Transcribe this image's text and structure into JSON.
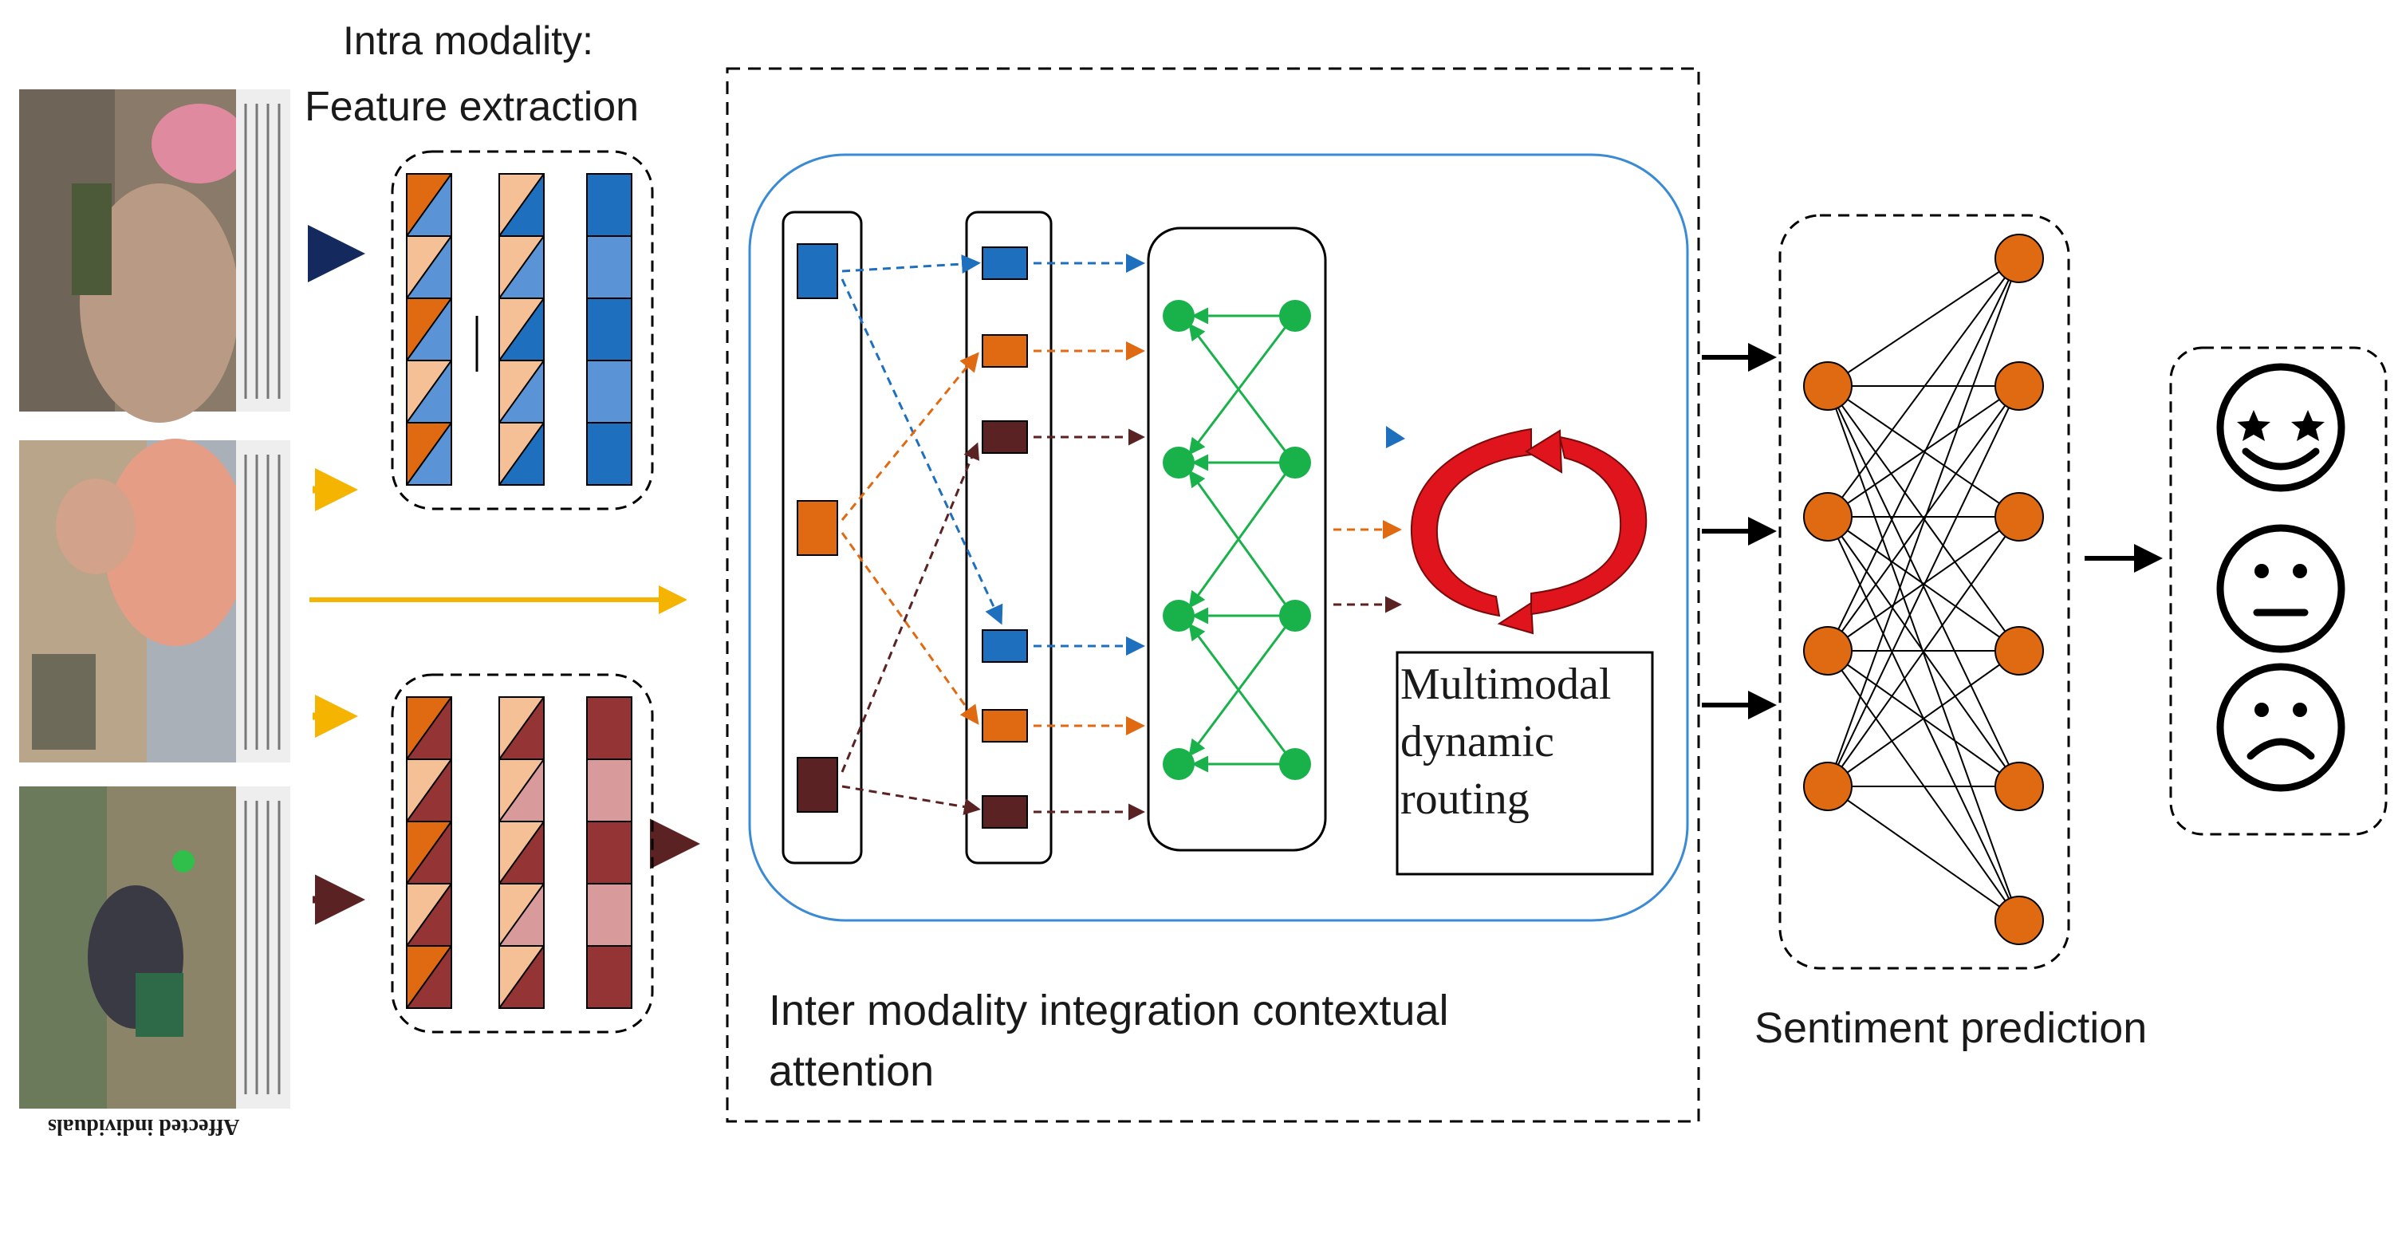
{
  "labels": {
    "intra_line1": "Intra modality:",
    "intra_line2": "Feature extraction",
    "inter_line1": "Inter modality integration contextual",
    "inter_line2": "attention",
    "sentiment": "Sentiment prediction",
    "routing_line1": "Multimodal",
    "routing_line2": "dynamic",
    "routing_line3": "routing",
    "photo_caption": "Affected individuals"
  },
  "colors": {
    "blue": "#1f6fbf",
    "blue_light": "#5a93d6",
    "orange": "#e06a12",
    "peach": "#f6c096",
    "maroon": "#5a2222",
    "maroon_mid": "#953434",
    "pink": "#d89a9a",
    "yellow": "#f5b400",
    "navy": "#14295e",
    "green": "#19b24a",
    "red": "#e0141c",
    "inter_box": "#3a8ad6"
  },
  "icons": [
    "smiley-star-eyes-icon",
    "neutral-face-icon",
    "sad-face-icon",
    "rotation-arrows-icon"
  ]
}
